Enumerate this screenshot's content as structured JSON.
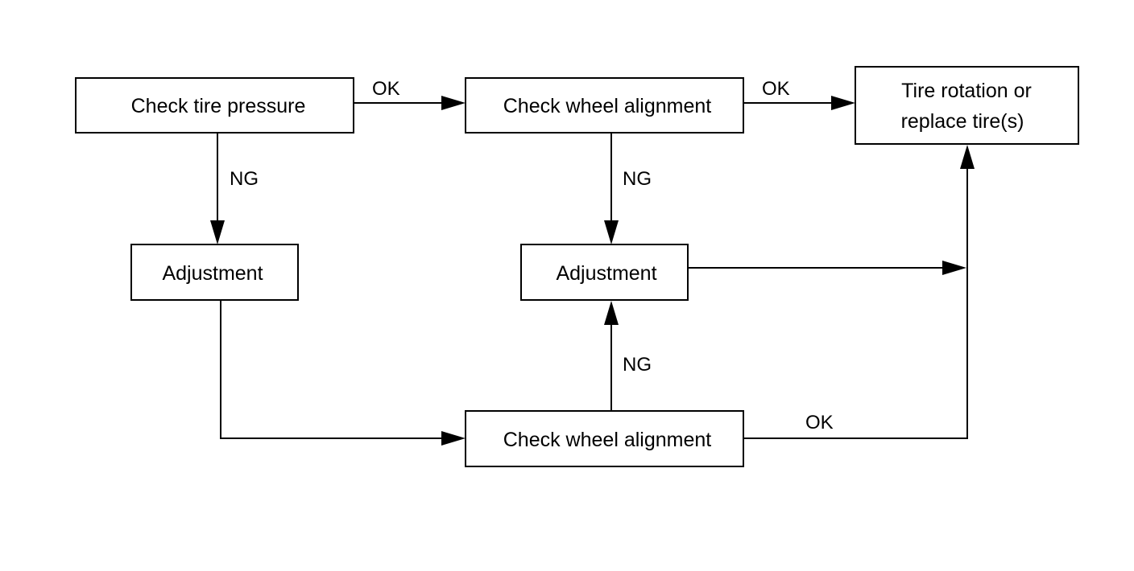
{
  "flowchart": {
    "nodes": {
      "check_tire_pressure": {
        "label": "Check tire pressure"
      },
      "check_alignment_top": {
        "label": "Check wheel alignment"
      },
      "tire_rotation": {
        "label_line1": "Tire rotation or",
        "label_line2": "replace tire(s)"
      },
      "adjustment_left": {
        "label": "Adjustment"
      },
      "adjustment_mid": {
        "label": "Adjustment"
      },
      "check_alignment_bottom": {
        "label": "Check wheel alignment"
      }
    },
    "edges": {
      "pressure_ok": "OK",
      "alignment_top_ok": "OK",
      "pressure_ng": "NG",
      "alignment_top_ng": "NG",
      "alignment_bottom_ng": "NG",
      "alignment_bottom_ok": "OK"
    }
  }
}
